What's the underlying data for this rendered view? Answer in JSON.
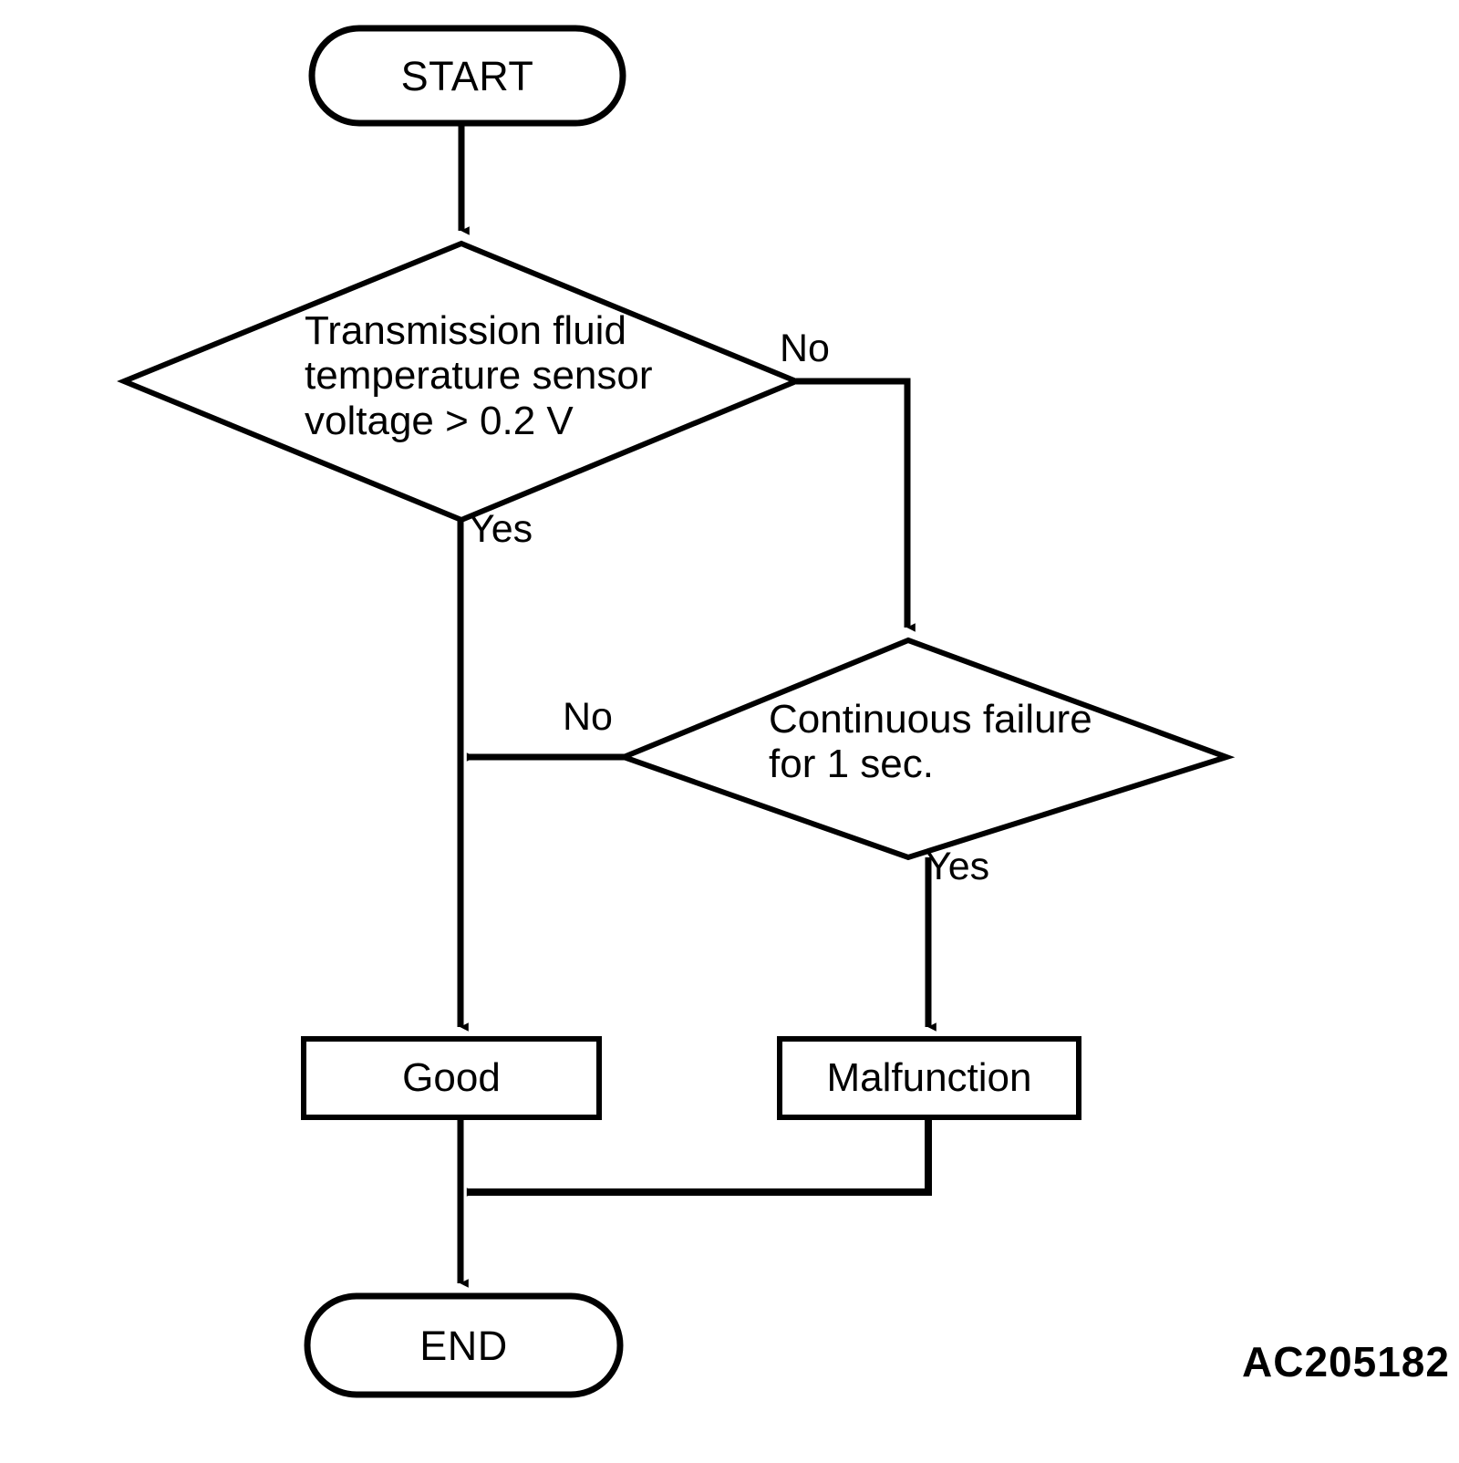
{
  "diagram": {
    "type": "flowchart",
    "title_code": "AC205182",
    "nodes": {
      "start": {
        "label": "START",
        "shape": "terminator"
      },
      "decision_1": {
        "label": "Transmission fluid\ntemperature sensor\nvoltage > 0.2 V",
        "shape": "decision"
      },
      "decision_2": {
        "label": "Continuous failure\nfor 1 sec.",
        "shape": "decision"
      },
      "good": {
        "label": "Good",
        "shape": "process"
      },
      "malfunction": {
        "label": "Malfunction",
        "shape": "process"
      },
      "end": {
        "label": "END",
        "shape": "terminator"
      }
    },
    "edge_labels": {
      "d1_no": "No",
      "d1_yes": "Yes",
      "d2_no": "No",
      "d2_yes": "Yes"
    },
    "colors": {
      "stroke": "#000000",
      "fill": "#ffffff",
      "text": "#000000"
    }
  }
}
